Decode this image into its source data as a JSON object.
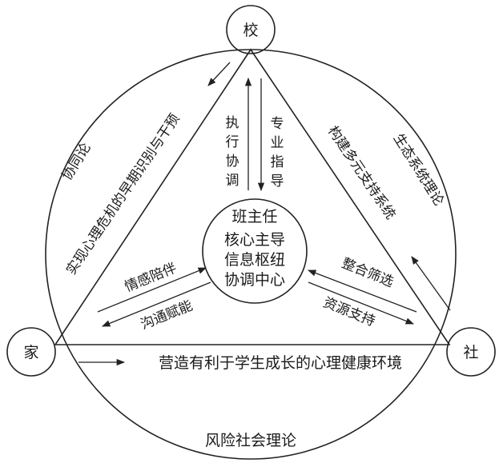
{
  "nodes": {
    "school": "校",
    "home": "家",
    "society": "社"
  },
  "center": {
    "title": "班主任",
    "line1": "核心主导",
    "line2": "信息枢纽",
    "line3": "协调中心"
  },
  "left_edge": {
    "rotated_text": "实现心理危机的早期识别与干预"
  },
  "right_edge": {
    "rotated_text": "构建多元支持系统"
  },
  "bottom_edge": {
    "text": "营造有利于学生成长的心理健康环境"
  },
  "school_center": {
    "up": [
      "执",
      "行",
      "协",
      "调"
    ],
    "down": [
      "专",
      "业",
      "指",
      "导"
    ]
  },
  "home_center": {
    "upper": "情感陪伴",
    "lower": "沟通赋能"
  },
  "society_center": {
    "upper": "整合筛选",
    "lower": "资源支持"
  },
  "theories": {
    "left": "协同论",
    "right": "生态系统理论",
    "bottom": "风险社会理论"
  }
}
